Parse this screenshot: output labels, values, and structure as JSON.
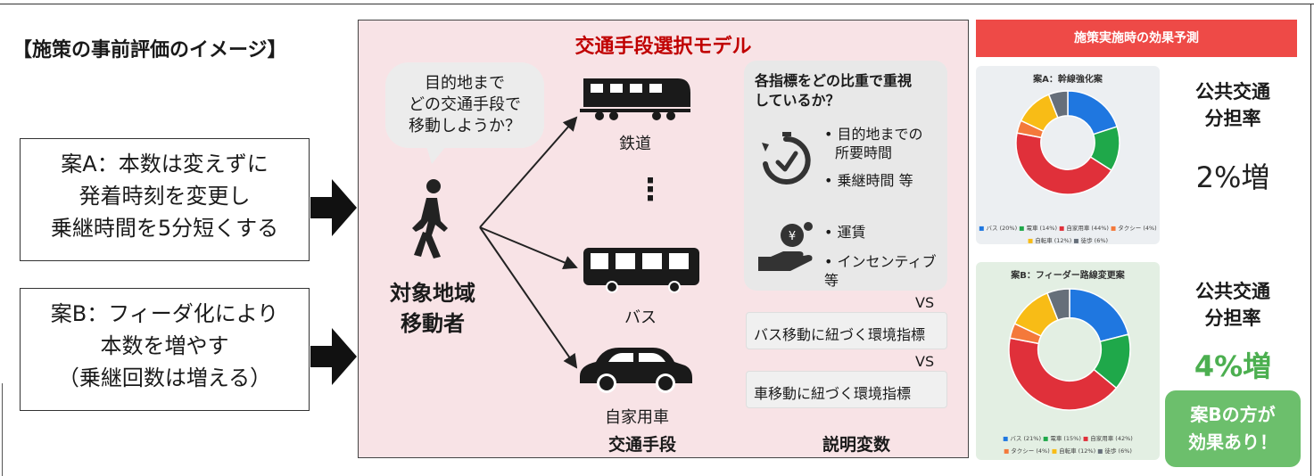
{
  "heading": "【施策の事前評価のイメージ】",
  "plans": [
    {
      "lines": [
        "案A：本数は変えずに",
        "発着時刻を変更し",
        "乗継時間を5分短くする"
      ]
    },
    {
      "lines": [
        "案B：フィーダ化により",
        "本数を増やす",
        "（乗継回数は増える）"
      ]
    }
  ],
  "model": {
    "title": "交通手段選択モデル",
    "question": [
      "目的地まで",
      "どの交通手段で",
      "移動しようか？"
    ],
    "mover": [
      "対象地域",
      "移動者"
    ],
    "modes": [
      {
        "label": "鉄道",
        "icon": "train-icon"
      },
      {
        "label": "バス",
        "icon": "bus-icon"
      },
      {
        "label": "自家用車",
        "icon": "car-icon"
      }
    ],
    "ellipsis": "⋮",
    "weights": {
      "heading": [
        "各指標をどの比重で重視",
        "しているか？"
      ],
      "time_items": [
        "目的地までの",
        "所要時間",
        "乗継時間 等"
      ],
      "cost_items": [
        "運賃",
        "インセンティブ 等"
      ],
      "bullet": "•",
      "time_icon": "stopwatch-icon",
      "cost_icon": "coin-hand-icon"
    },
    "vs": "VS",
    "env_bus": "バス移動に紐づく環境指標",
    "env_car": "車移動に紐づく環境指標",
    "footer_modes": "交通手段",
    "footer_vars": "説明変数"
  },
  "prediction": {
    "header": "施策実施時の効果予測",
    "share_label": [
      "公共交通",
      "分担率"
    ],
    "plan_a": {
      "chart_title": "案A：幹線強化案",
      "increase": "2%増"
    },
    "plan_b": {
      "chart_title": "案B：フィーダー路線変更案",
      "increase": "4%増"
    },
    "verdict": [
      "案Bの方が",
      "効果あり！"
    ]
  },
  "colors": {
    "accent_red": "#c00000",
    "header_red": "#ee4a47",
    "verdict_green": "#6cbf6c",
    "increase_green": "#4caf50",
    "panel_pink": "#f8e3e6"
  },
  "chart_data": [
    {
      "type": "pie",
      "title": "案A：幹線強化案",
      "categories": [
        "バス",
        "電車",
        "自家用車",
        "タクシー",
        "自転車",
        "徒歩"
      ],
      "values": [
        20,
        14,
        44,
        4,
        12,
        6
      ],
      "colors": [
        "#1f77e0",
        "#1fa84a",
        "#e0303a",
        "#f4793b",
        "#f8bc16",
        "#666f7a"
      ],
      "legend": [
        [
          "バス (20%)",
          "電車 (14%)",
          "自家用車 (44%)",
          "タクシー (4%)"
        ],
        [
          "自転車 (12%)",
          "徒歩 (6%)"
        ]
      ],
      "legend_position": "bottom"
    },
    {
      "type": "pie",
      "title": "案B：フィーダー路線変更案",
      "categories": [
        "バス",
        "電車",
        "自家用車",
        "タクシー",
        "自転車",
        "徒歩"
      ],
      "values": [
        21,
        15,
        42,
        4,
        12,
        6
      ],
      "colors": [
        "#1f77e0",
        "#1fa84a",
        "#e0303a",
        "#f4793b",
        "#f8bc16",
        "#666f7a"
      ],
      "legend": [
        [
          "バス (21%)",
          "電車 (15%)",
          "自家用車 (42%)"
        ],
        [
          "タクシー (4%)",
          "自転車 (12%)",
          "徒歩 (6%)"
        ]
      ],
      "legend_position": "bottom"
    }
  ]
}
